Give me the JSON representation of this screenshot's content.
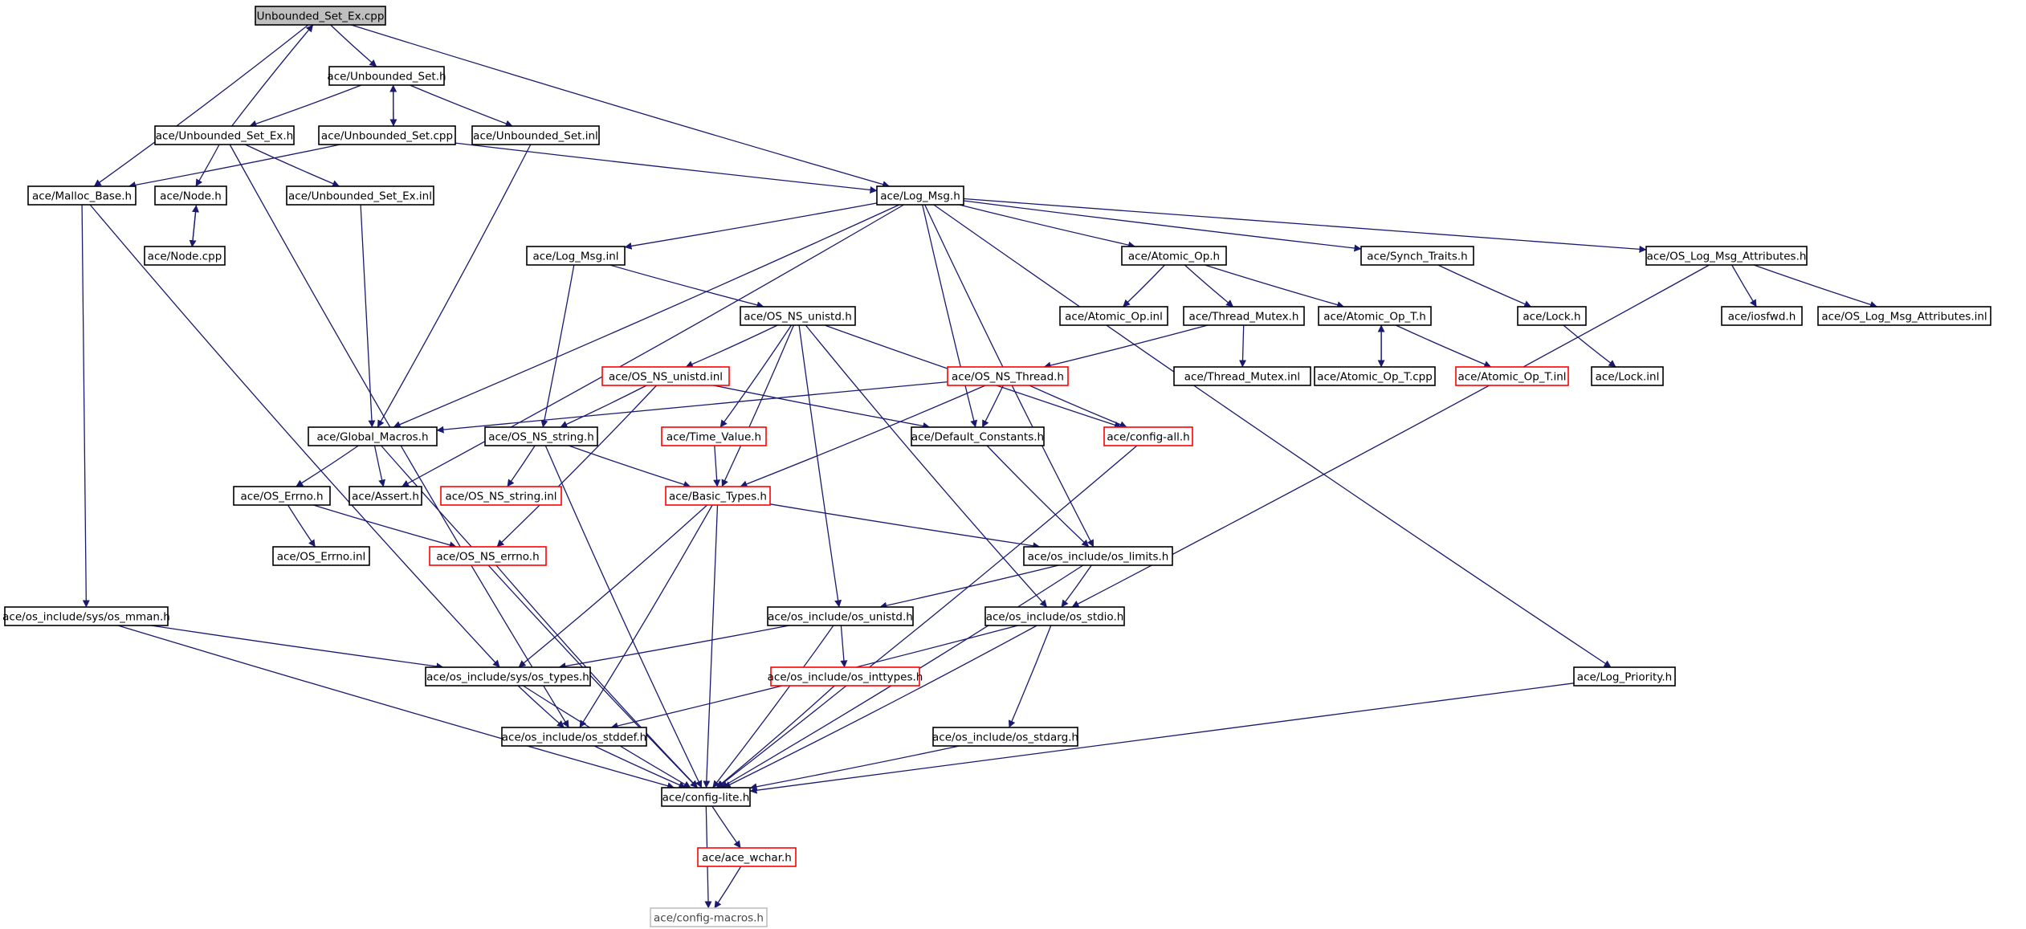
{
  "colors": {
    "edge": "#191970",
    "box_normal": "#000000",
    "box_truncated": "#ff0000",
    "box_external": "#bfbfbf",
    "root_fill": "#bfbfbf"
  },
  "graph": {
    "nodes": [
      {
        "id": "root",
        "label": "Unbounded_Set_Ex.cpp",
        "style": "root"
      },
      {
        "id": "unb_set_h",
        "label": "ace/Unbounded_Set.h",
        "style": "normal"
      },
      {
        "id": "unb_set_ex_h",
        "label": "ace/Unbounded_Set_Ex.h",
        "style": "normal"
      },
      {
        "id": "unb_set_cpp",
        "label": "ace/Unbounded_Set.cpp",
        "style": "normal"
      },
      {
        "id": "unb_set_inl",
        "label": "ace/Unbounded_Set.inl",
        "style": "normal"
      },
      {
        "id": "malloc_base",
        "label": "ace/Malloc_Base.h",
        "style": "normal"
      },
      {
        "id": "node_h",
        "label": "ace/Node.h",
        "style": "normal"
      },
      {
        "id": "unb_set_ex_inl",
        "label": "ace/Unbounded_Set_Ex.inl",
        "style": "normal"
      },
      {
        "id": "log_msg_h",
        "label": "ace/Log_Msg.h",
        "style": "normal"
      },
      {
        "id": "node_cpp",
        "label": "ace/Node.cpp",
        "style": "normal"
      },
      {
        "id": "log_msg_inl",
        "label": "ace/Log_Msg.inl",
        "style": "normal"
      },
      {
        "id": "atomic_op_h",
        "label": "ace/Atomic_Op.h",
        "style": "normal"
      },
      {
        "id": "synch_traits",
        "label": "ace/Synch_Traits.h",
        "style": "normal"
      },
      {
        "id": "os_log_attr",
        "label": "ace/OS_Log_Msg_Attributes.h",
        "style": "normal"
      },
      {
        "id": "os_ns_unistd_h",
        "label": "ace/OS_NS_unistd.h",
        "style": "normal"
      },
      {
        "id": "atomic_op_inl",
        "label": "ace/Atomic_Op.inl",
        "style": "normal"
      },
      {
        "id": "thread_mutex_h",
        "label": "ace/Thread_Mutex.h",
        "style": "normal"
      },
      {
        "id": "atomic_op_t_h",
        "label": "ace/Atomic_Op_T.h",
        "style": "normal"
      },
      {
        "id": "lock_h",
        "label": "ace/Lock.h",
        "style": "normal"
      },
      {
        "id": "iosfwd",
        "label": "ace/iosfwd.h",
        "style": "normal"
      },
      {
        "id": "os_log_attr_inl",
        "label": "ace/OS_Log_Msg_Attributes.inl",
        "style": "normal"
      },
      {
        "id": "os_ns_unistd_inl",
        "label": "ace/OS_NS_unistd.inl",
        "style": "truncated"
      },
      {
        "id": "os_ns_thread",
        "label": "ace/OS_NS_Thread.h",
        "style": "truncated"
      },
      {
        "id": "thread_mutex_inl",
        "label": "ace/Thread_Mutex.inl",
        "style": "normal"
      },
      {
        "id": "atomic_op_t_cpp",
        "label": "ace/Atomic_Op_T.cpp",
        "style": "normal"
      },
      {
        "id": "atomic_op_t_inl",
        "label": "ace/Atomic_Op_T.inl",
        "style": "truncated"
      },
      {
        "id": "lock_inl",
        "label": "ace/Lock.inl",
        "style": "normal"
      },
      {
        "id": "global_macros",
        "label": "ace/Global_Macros.h",
        "style": "normal"
      },
      {
        "id": "os_ns_string_h",
        "label": "ace/OS_NS_string.h",
        "style": "normal"
      },
      {
        "id": "time_value",
        "label": "ace/Time_Value.h",
        "style": "truncated"
      },
      {
        "id": "default_constants",
        "label": "ace/Default_Constants.h",
        "style": "normal"
      },
      {
        "id": "config_all",
        "label": "ace/config-all.h",
        "style": "truncated"
      },
      {
        "id": "os_errno_h",
        "label": "ace/OS_Errno.h",
        "style": "normal"
      },
      {
        "id": "assert_h",
        "label": "ace/Assert.h",
        "style": "normal"
      },
      {
        "id": "os_ns_string_inl",
        "label": "ace/OS_NS_string.inl",
        "style": "truncated"
      },
      {
        "id": "basic_types",
        "label": "ace/Basic_Types.h",
        "style": "truncated"
      },
      {
        "id": "os_errno_inl",
        "label": "ace/OS_Errno.inl",
        "style": "normal"
      },
      {
        "id": "os_ns_errno",
        "label": "ace/OS_NS_errno.h",
        "style": "truncated"
      },
      {
        "id": "os_limits",
        "label": "ace/os_include/os_limits.h",
        "style": "normal"
      },
      {
        "id": "os_mman",
        "label": "ace/os_include/sys/os_mman.h",
        "style": "normal"
      },
      {
        "id": "os_unistd",
        "label": "ace/os_include/os_unistd.h",
        "style": "normal"
      },
      {
        "id": "os_stdio",
        "label": "ace/os_include/os_stdio.h",
        "style": "normal"
      },
      {
        "id": "os_inttypes",
        "label": "ace/os_include/os_inttypes.h",
        "style": "truncated"
      },
      {
        "id": "os_types",
        "label": "ace/os_include/sys/os_types.h",
        "style": "normal"
      },
      {
        "id": "log_priority",
        "label": "ace/Log_Priority.h",
        "style": "normal"
      },
      {
        "id": "os_stddef",
        "label": "ace/os_include/os_stddef.h",
        "style": "normal"
      },
      {
        "id": "os_stdarg",
        "label": "ace/os_include/os_stdarg.h",
        "style": "normal"
      },
      {
        "id": "config_lite",
        "label": "ace/config-lite.h",
        "style": "normal"
      },
      {
        "id": "ace_wchar",
        "label": "ace/ace_wchar.h",
        "style": "truncated"
      },
      {
        "id": "config_macros",
        "label": "ace/config-macros.h",
        "style": "external"
      }
    ],
    "edges": [
      [
        "root",
        "unb_set_h"
      ],
      [
        "root",
        "malloc_base"
      ],
      [
        "root",
        "log_msg_h"
      ],
      [
        "unb_set_h",
        "unb_set_ex_h"
      ],
      [
        "unb_set_h",
        "unb_set_cpp"
      ],
      [
        "unb_set_h",
        "unb_set_inl"
      ],
      [
        "unb_set_cpp",
        "unb_set_h"
      ],
      [
        "unb_set_cpp",
        "malloc_base"
      ],
      [
        "unb_set_cpp",
        "log_msg_h"
      ],
      [
        "unb_set_ex_h",
        "root"
      ],
      [
        "unb_set_ex_h",
        "node_h"
      ],
      [
        "unb_set_ex_h",
        "unb_set_ex_inl"
      ],
      [
        "unb_set_ex_h",
        "os_stddef"
      ],
      [
        "unb_set_inl",
        "global_macros"
      ],
      [
        "node_h",
        "node_cpp"
      ],
      [
        "node_cpp",
        "node_h"
      ],
      [
        "unb_set_ex_inl",
        "global_macros"
      ],
      [
        "malloc_base",
        "os_mman"
      ],
      [
        "malloc_base",
        "os_types"
      ],
      [
        "log_msg_h",
        "global_macros"
      ],
      [
        "log_msg_h",
        "log_msg_inl"
      ],
      [
        "log_msg_h",
        "atomic_op_h"
      ],
      [
        "log_msg_h",
        "synch_traits"
      ],
      [
        "log_msg_h",
        "os_log_attr"
      ],
      [
        "log_msg_h",
        "default_constants"
      ],
      [
        "log_msg_h",
        "assert_h"
      ],
      [
        "log_msg_h",
        "os_limits"
      ],
      [
        "log_msg_h",
        "log_priority"
      ],
      [
        "log_msg_inl",
        "os_ns_unistd_h"
      ],
      [
        "log_msg_inl",
        "os_ns_string_h"
      ],
      [
        "atomic_op_h",
        "atomic_op_inl"
      ],
      [
        "atomic_op_h",
        "thread_mutex_h"
      ],
      [
        "atomic_op_h",
        "atomic_op_t_h"
      ],
      [
        "synch_traits",
        "lock_h"
      ],
      [
        "os_log_attr",
        "iosfwd"
      ],
      [
        "os_log_attr",
        "os_log_attr_inl"
      ],
      [
        "os_log_attr",
        "os_stdio"
      ],
      [
        "thread_mutex_h",
        "os_ns_thread"
      ],
      [
        "thread_mutex_h",
        "thread_mutex_inl"
      ],
      [
        "atomic_op_t_h",
        "atomic_op_t_cpp"
      ],
      [
        "atomic_op_t_cpp",
        "atomic_op_t_h"
      ],
      [
        "atomic_op_t_h",
        "atomic_op_t_inl"
      ],
      [
        "lock_h",
        "lock_inl"
      ],
      [
        "os_ns_unistd_h",
        "os_ns_unistd_inl"
      ],
      [
        "os_ns_unistd_h",
        "time_value"
      ],
      [
        "os_ns_unistd_h",
        "basic_types"
      ],
      [
        "os_ns_unistd_h",
        "config_all"
      ],
      [
        "os_ns_unistd_h",
        "os_unistd"
      ],
      [
        "os_ns_unistd_h",
        "os_stdio"
      ],
      [
        "os_ns_unistd_inl",
        "os_ns_string_h"
      ],
      [
        "os_ns_unistd_inl",
        "default_constants"
      ],
      [
        "os_ns_unistd_inl",
        "os_ns_errno"
      ],
      [
        "os_ns_thread",
        "global_macros"
      ],
      [
        "os_ns_thread",
        "default_constants"
      ],
      [
        "os_ns_thread",
        "config_all"
      ],
      [
        "os_ns_thread",
        "basic_types"
      ],
      [
        "global_macros",
        "os_errno_h"
      ],
      [
        "global_macros",
        "assert_h"
      ],
      [
        "global_macros",
        "config_lite"
      ],
      [
        "os_ns_string_h",
        "os_ns_string_inl"
      ],
      [
        "os_ns_string_h",
        "basic_types"
      ],
      [
        "os_ns_string_h",
        "config_lite"
      ],
      [
        "time_value",
        "basic_types"
      ],
      [
        "default_constants",
        "os_limits"
      ],
      [
        "config_all",
        "config_lite"
      ],
      [
        "os_errno_h",
        "os_errno_inl"
      ],
      [
        "os_errno_h",
        "os_ns_errno"
      ],
      [
        "basic_types",
        "os_limits"
      ],
      [
        "basic_types",
        "os_types"
      ],
      [
        "basic_types",
        "os_stddef"
      ],
      [
        "basic_types",
        "config_lite"
      ],
      [
        "os_ns_errno",
        "config_lite"
      ],
      [
        "os_limits",
        "os_unistd"
      ],
      [
        "os_limits",
        "os_stdio"
      ],
      [
        "os_limits",
        "config_lite"
      ],
      [
        "os_mman",
        "os_types"
      ],
      [
        "os_mman",
        "config_lite"
      ],
      [
        "os_unistd",
        "os_types"
      ],
      [
        "os_unistd",
        "os_inttypes"
      ],
      [
        "os_unistd",
        "config_lite"
      ],
      [
        "os_stdio",
        "os_stddef"
      ],
      [
        "os_stdio",
        "os_stdarg"
      ],
      [
        "os_stdio",
        "config_lite"
      ],
      [
        "os_inttypes",
        "config_lite"
      ],
      [
        "os_types",
        "os_stddef"
      ],
      [
        "os_types",
        "config_lite"
      ],
      [
        "os_stddef",
        "config_lite"
      ],
      [
        "os_stdarg",
        "config_lite"
      ],
      [
        "log_priority",
        "config_lite"
      ],
      [
        "config_lite",
        "ace_wchar"
      ],
      [
        "config_lite",
        "config_macros"
      ],
      [
        "ace_wchar",
        "config_macros"
      ]
    ]
  }
}
